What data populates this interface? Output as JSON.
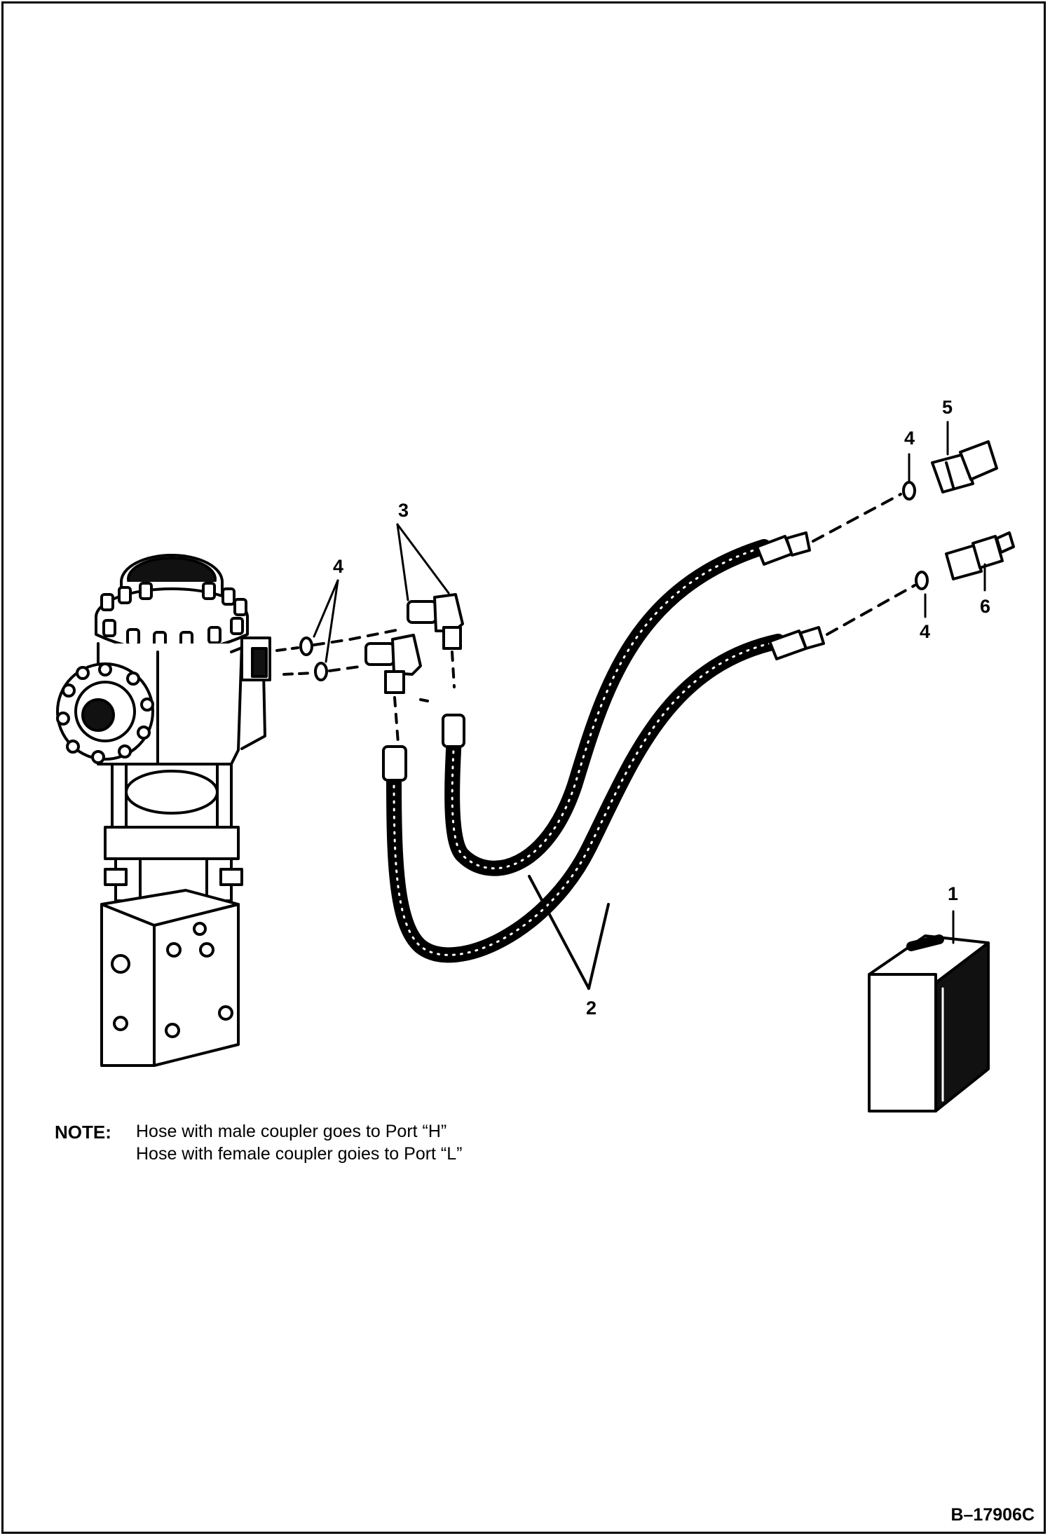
{
  "callouts": {
    "c1": "1",
    "c2": "2",
    "c3": "3",
    "c4a": "4",
    "c4b": "4",
    "c4c": "4",
    "c5": "5",
    "c6": "6"
  },
  "note": {
    "label": "NOTE:",
    "line1": "Hose with male coupler goes to Port “H”",
    "line2": "Hose with female coupler goies to Port “L”"
  },
  "figure_id": "B–17906C",
  "colors": {
    "ink": "#000000",
    "paper": "#ffffff"
  }
}
